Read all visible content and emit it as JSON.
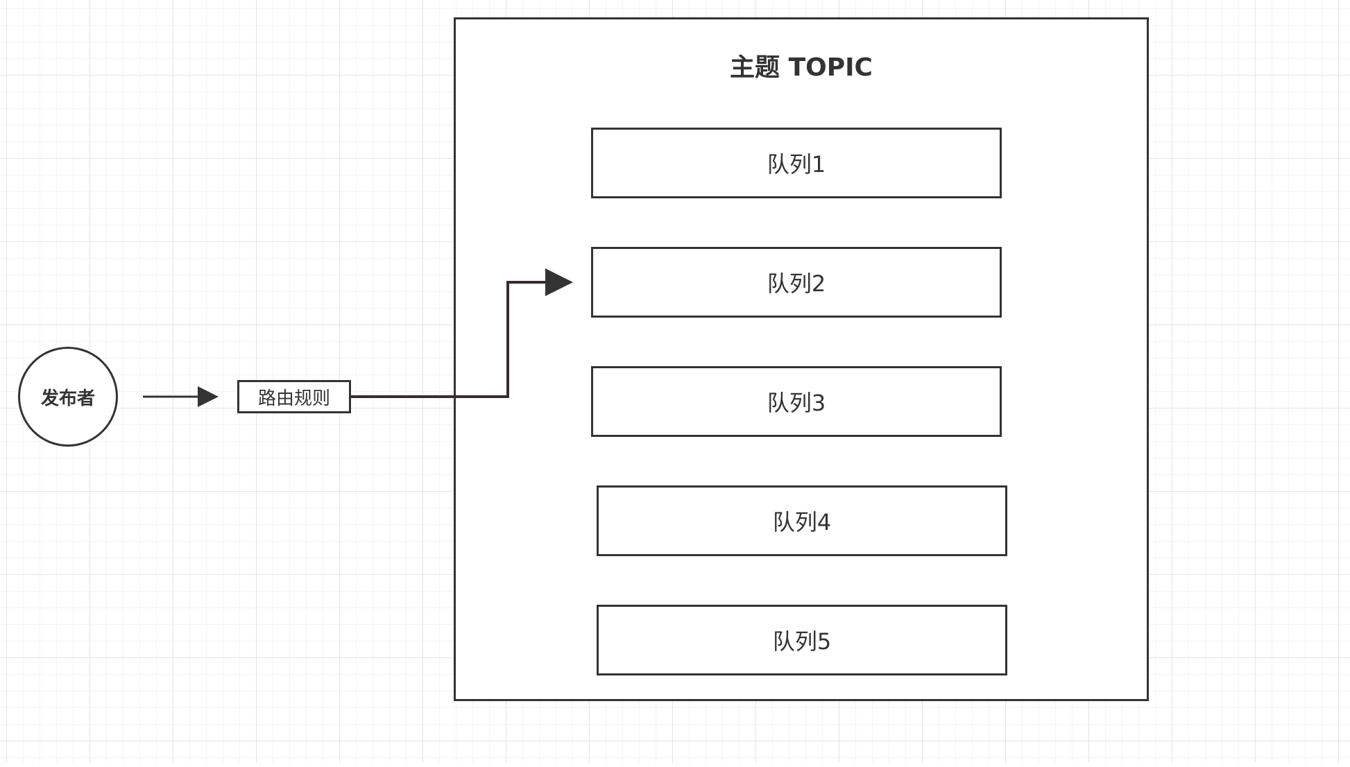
{
  "diagram": {
    "topic_title": "主题 TOPIC",
    "queues": [
      "队列1",
      "队列2",
      "队列3",
      "队列4",
      "队列5"
    ],
    "publisher": "发布者",
    "routing_rule": "路由规则",
    "colors": {
      "stroke": "#333333",
      "route_line": "#3a2a2a",
      "grid": "#e4e4e4"
    }
  }
}
